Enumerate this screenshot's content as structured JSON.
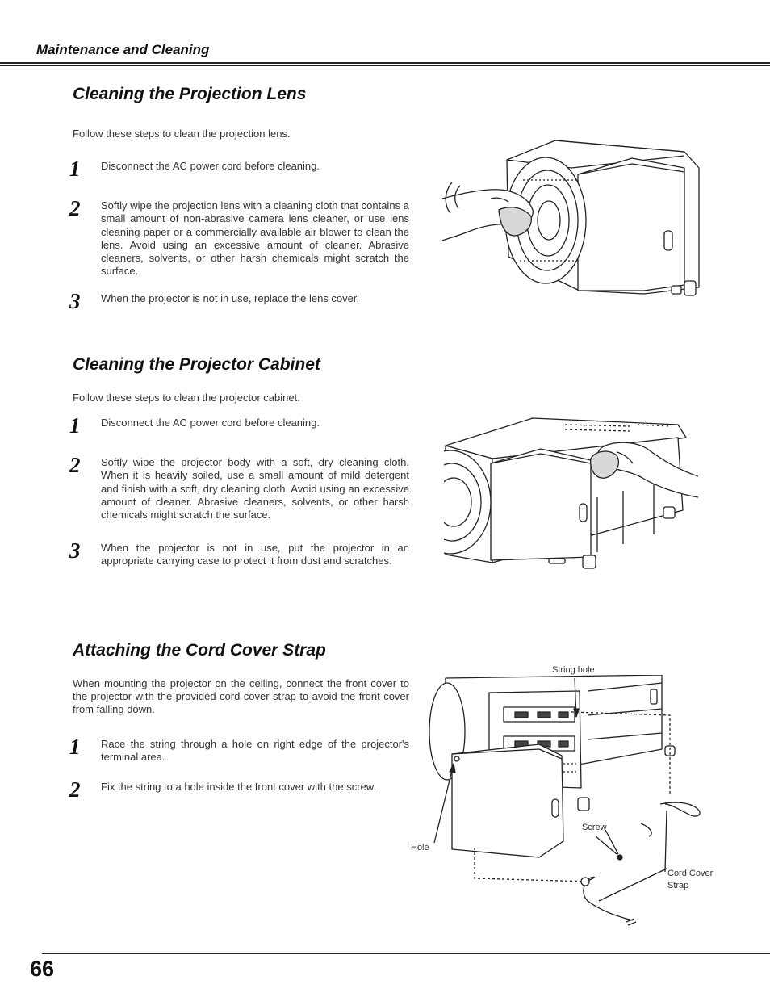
{
  "header": {
    "title": "Maintenance and Cleaning"
  },
  "sections": [
    {
      "title": "Cleaning the Projection Lens",
      "intro": "Follow these steps to clean the projection lens.",
      "steps": [
        {
          "num": "1",
          "text": "Disconnect the AC power cord before cleaning."
        },
        {
          "num": "2",
          "text": "Softly wipe the projection lens with a cleaning cloth that contains a small amount of non-abrasive camera lens cleaner, or use lens cleaning paper or a commercially available air blower to clean the lens.  Avoid using an excessive amount of cleaner.  Abrasive cleaners, solvents, or other harsh chemicals might scratch the surface."
        },
        {
          "num": "3",
          "text": "When the projector is not in use, replace the lens cover."
        }
      ]
    },
    {
      "title": "Cleaning the Projector Cabinet",
      "intro": "Follow these steps to clean the projector cabinet.",
      "steps": [
        {
          "num": "1",
          "text": "Disconnect the AC power cord before cleaning."
        },
        {
          "num": "2",
          "text": "Softly wipe the projector body with a soft, dry cleaning cloth.  When it is heavily soiled, use a small amount of mild detergent and finish with a soft, dry cleaning cloth.  Avoid using an excessive amount of cleaner.  Abrasive cleaners, solvents, or other harsh chemicals might scratch the surface."
        },
        {
          "num": "3",
          "text": "When the projector is not in use, put the projector in an appropriate carrying case to protect it from dust and scratches."
        }
      ]
    },
    {
      "title": "Attaching the Cord Cover Strap",
      "intro": "When mounting the projector on the ceiling, connect the front cover to the projector with the provided cord cover strap to avoid the front cover from falling down.",
      "steps": [
        {
          "num": "1",
          "text": "Race the string through a hole on right edge of the projector's terminal area."
        },
        {
          "num": "2",
          "text": "Fix the string to a hole inside the front cover with the screw."
        }
      ]
    }
  ],
  "figure_labels": {
    "string_hole": "String hole",
    "screw": "Screw",
    "hole": "Hole",
    "cord_cover_strap_line1": "Cord Cover",
    "cord_cover_strap_line2": "Strap"
  },
  "footer": {
    "page_number": "66"
  }
}
